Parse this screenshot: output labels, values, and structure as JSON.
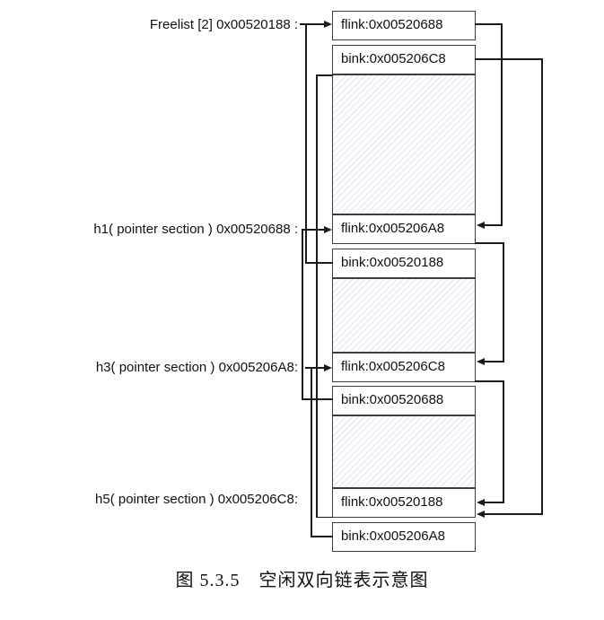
{
  "diagram": {
    "caption": "图 5.3.5　空闲双向链表示意图",
    "labels": [
      {
        "text": "Freelist [2] 0x00520188 :"
      },
      {
        "text": "h1( pointer section ) 0x00520688 :"
      },
      {
        "text": "h3( pointer section ) 0x005206A8:"
      },
      {
        "text": "h5( pointer section ) 0x005206C8:"
      }
    ],
    "blocks": [
      {
        "name": "freelist-head",
        "address": "0x00520188",
        "flink": "flink:0x00520688",
        "bink": "bink:0x005206C8"
      },
      {
        "name": "h1",
        "address": "0x00520688",
        "flink": "flink:0x005206A8",
        "bink": "bink:0x00520188"
      },
      {
        "name": "h3",
        "address": "0x005206A8",
        "flink": "flink:0x005206C8",
        "bink": "bink:0x00520688"
      },
      {
        "name": "h5",
        "address": "0x005206C8",
        "flink": "flink:0x00520188",
        "bink": "bink:0x005206A8"
      }
    ],
    "colors": {
      "line": "#1a1a1a",
      "box_border": "#3d3d3d",
      "hatch_fill": "#e1e6f3",
      "background": "#ffffff",
      "text": "#111111"
    }
  }
}
